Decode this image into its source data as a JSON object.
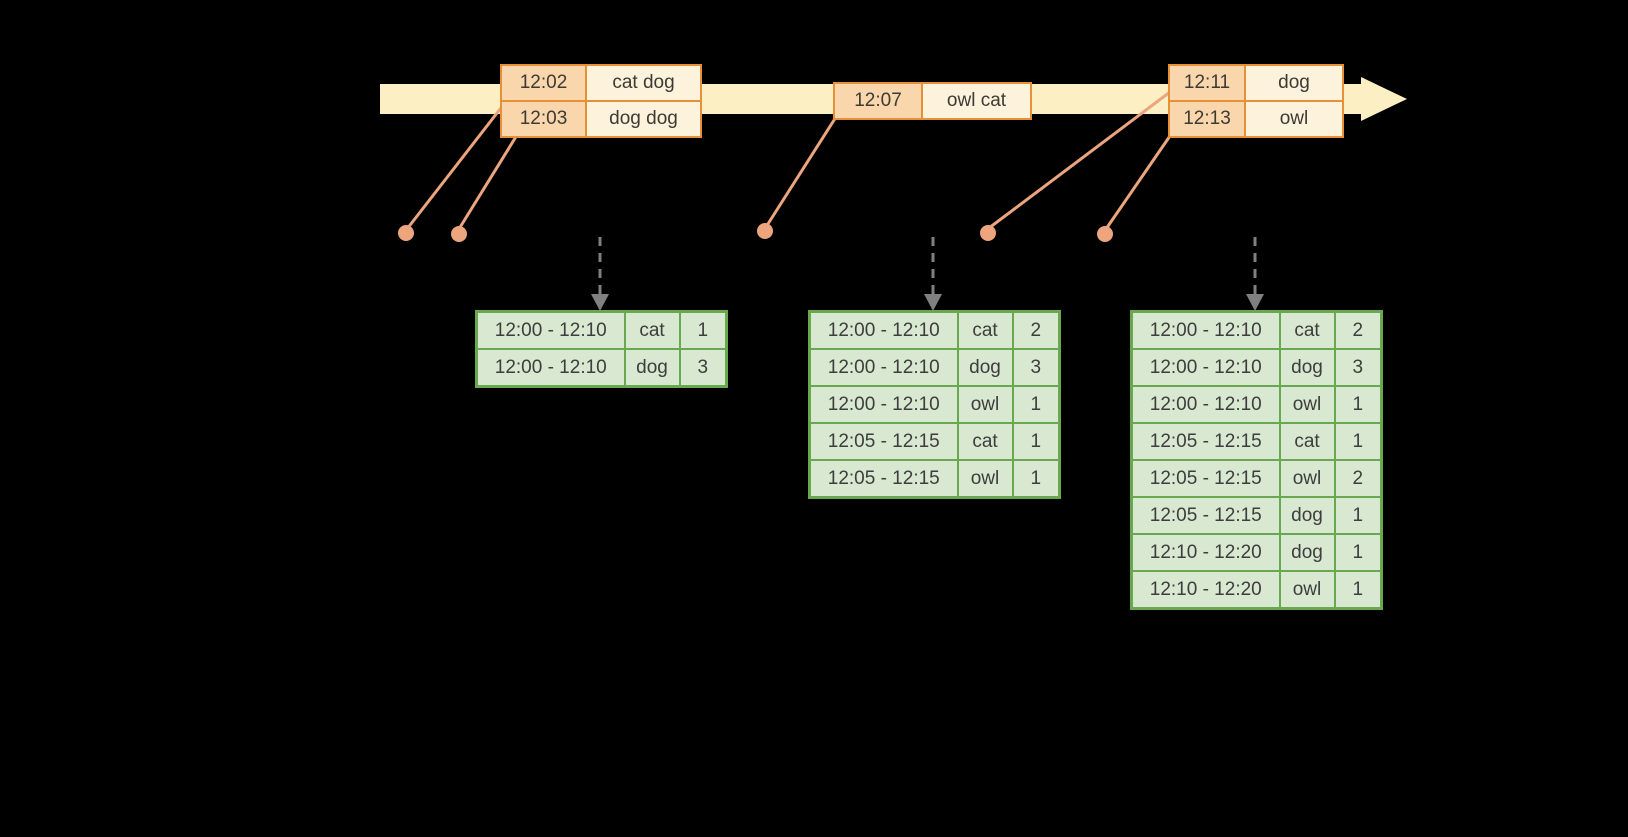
{
  "timeline": {
    "event_groups": [
      {
        "rows": [
          {
            "time": "12:02",
            "words": "cat dog"
          },
          {
            "time": "12:03",
            "words": "dog dog"
          }
        ]
      },
      {
        "rows": [
          {
            "time": "12:07",
            "words": "owl cat"
          }
        ]
      },
      {
        "rows": [
          {
            "time": "12:11",
            "words": "dog"
          },
          {
            "time": "12:13",
            "words": "owl"
          }
        ]
      }
    ]
  },
  "result_tables": [
    {
      "rows": [
        {
          "window": "12:00 - 12:10",
          "word": "cat",
          "count": "1"
        },
        {
          "window": "12:00 - 12:10",
          "word": "dog",
          "count": "3"
        }
      ]
    },
    {
      "rows": [
        {
          "window": "12:00 - 12:10",
          "word": "cat",
          "count": "2"
        },
        {
          "window": "12:00 - 12:10",
          "word": "dog",
          "count": "3"
        },
        {
          "window": "12:00 - 12:10",
          "word": "owl",
          "count": "1"
        },
        {
          "window": "12:05 - 12:15",
          "word": "cat",
          "count": "1"
        },
        {
          "window": "12:05 - 12:15",
          "word": "owl",
          "count": "1"
        }
      ]
    },
    {
      "rows": [
        {
          "window": "12:00 - 12:10",
          "word": "cat",
          "count": "2"
        },
        {
          "window": "12:00 - 12:10",
          "word": "dog",
          "count": "3"
        },
        {
          "window": "12:00 - 12:10",
          "word": "owl",
          "count": "1"
        },
        {
          "window": "12:05 - 12:15",
          "word": "cat",
          "count": "1"
        },
        {
          "window": "12:05 - 12:15",
          "word": "owl",
          "count": "2"
        },
        {
          "window": "12:05 - 12:15",
          "word": "dog",
          "count": "1"
        },
        {
          "window": "12:10 - 12:20",
          "word": "dog",
          "count": "1"
        },
        {
          "window": "12:10 - 12:20",
          "word": "owl",
          "count": "1"
        }
      ]
    }
  ],
  "colors": {
    "background": "#000000",
    "timeline_fill": "#fcefc4",
    "event_border": "#e69138",
    "event_time_fill": "#f9d6ac",
    "event_words_fill": "#fdf3dc",
    "connector": "#eda57d",
    "trigger_arrow": "#808080",
    "result_border": "#6aa84f",
    "result_fill": "#d9e8d0"
  }
}
